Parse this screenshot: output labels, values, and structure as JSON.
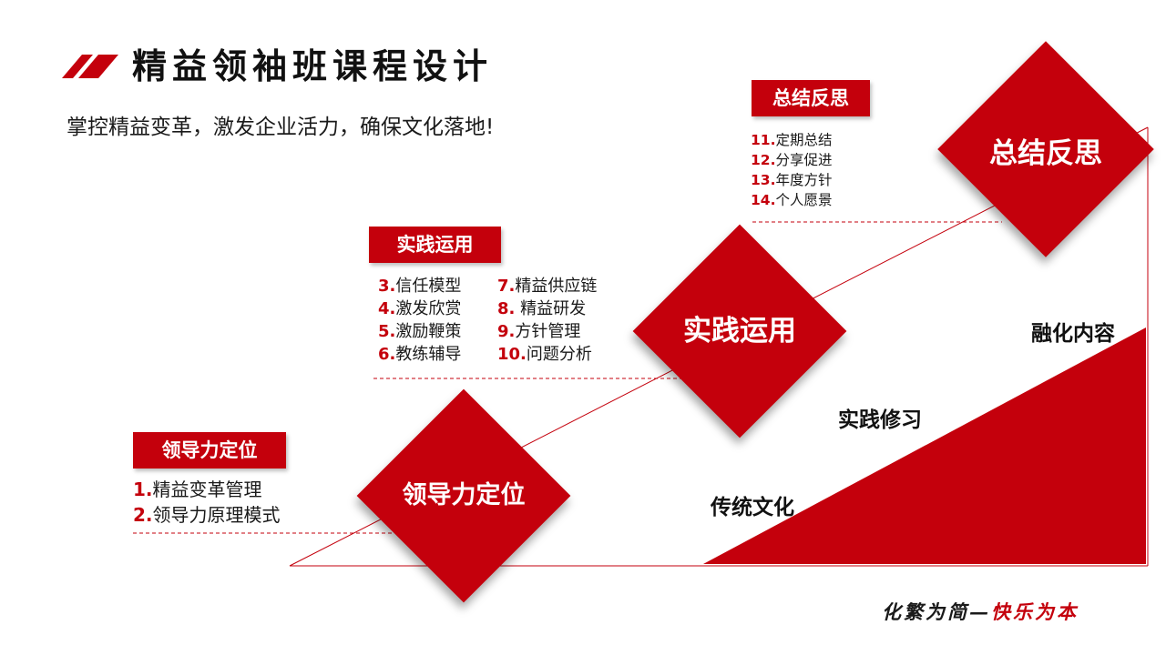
{
  "header": {
    "title": "精益领袖班课程设计",
    "subtitle": "掌控精益变革，激发企业活力，确保文化落地!"
  },
  "stages": {
    "leadership": {
      "tag": "领导力定位",
      "diamond": "领导力定位",
      "items": [
        {
          "num": "1.",
          "text": "精益变革管理"
        },
        {
          "num": "2.",
          "text": "领导力原理模式"
        }
      ]
    },
    "practice": {
      "tag": "实践运用",
      "diamond": "实践运用",
      "items_left": [
        {
          "num": "3.",
          "text": "信任模型"
        },
        {
          "num": "4.",
          "text": "激发欣赏"
        },
        {
          "num": "5.",
          "text": "激励鞭策"
        },
        {
          "num": "6.",
          "text": "教练辅导"
        }
      ],
      "items_right": [
        {
          "num": "7.",
          "text": "精益供应链"
        },
        {
          "num": "8.",
          "text": " 精益研发"
        },
        {
          "num": "9.",
          "text": "方针管理"
        },
        {
          "num": "10.",
          "text": "问题分析"
        }
      ]
    },
    "reflection": {
      "tag": "总结反思",
      "diamond": "总结反思",
      "items": [
        {
          "num": "11.",
          "text": "定期总结"
        },
        {
          "num": "12.",
          "text": "分享促进"
        },
        {
          "num": "13.",
          "text": "年度方针"
        },
        {
          "num": "14.",
          "text": "个人愿景"
        }
      ]
    }
  },
  "triangle_labels": {
    "traditional": "传统文化",
    "practice": "实践修习",
    "integrate": "融化内容"
  },
  "footer": {
    "part1": "化繁为简—",
    "part2": "快乐为本"
  },
  "colors": {
    "accent": "#c4000c"
  }
}
